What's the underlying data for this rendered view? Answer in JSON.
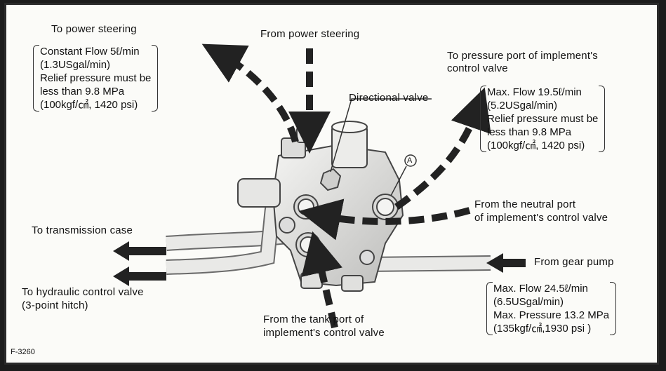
{
  "figure_id": "F-3260",
  "labels": {
    "to_power_steering": "To power steering",
    "from_power_steering": "From power steering",
    "directional_valve": "Directional valve",
    "to_pressure_port_line1": "To pressure port of implement's",
    "to_pressure_port_line2": "control valve",
    "marker_a": "A",
    "from_neutral_line1": "From the neutral port",
    "from_neutral_line2": "of implement's control valve",
    "to_transmission": "To transmission case",
    "to_hydraulic_line1": "To hydraulic control  valve",
    "to_hydraulic_line2": "(3-point  hitch)",
    "from_gear_pump": "From gear pump",
    "from_tank_line1": "From the tank port of",
    "from_tank_line2": "implement's control valve"
  },
  "power_steering_box": [
    "Constant  Flow 5ℓ/min",
    "(1.3USgal/min)",
    "Relief pressure must be",
    "less than 9.8 MPa",
    "(100kgf/㎠, 1420 psi)"
  ],
  "implement_box": [
    "Max. Flow 19.5ℓ/min",
    "(5.2USgal/min)",
    "Relief pressure must be",
    "less than 9.8 MPa",
    "(100kgf/㎠, 1420 psi)"
  ],
  "gear_pump_box": [
    "Max. Flow 24.5ℓ/min",
    "(6.5USgal/min)",
    "Max. Pressure 13.2 MPa",
    "(135kgf/㎠,1930 psi )"
  ]
}
